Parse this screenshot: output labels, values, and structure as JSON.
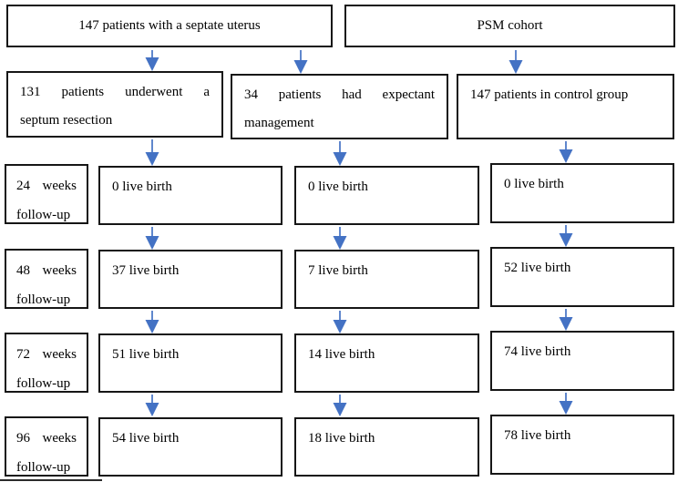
{
  "figure": {
    "top_row": {
      "septate_cohort": "147 patients with a septate uterus",
      "psm_cohort": "PSM cohort"
    },
    "groups": {
      "resection_line1": "131 patients underwent a",
      "resection_line2": "septum resection",
      "expectant_line1": "34 patients had expectant",
      "expectant_line2": "management",
      "control": "147 patients in control group"
    },
    "followups": [
      {
        "week": "24 weeks",
        "week_line2": "follow-up",
        "resection": "0 live birth",
        "expectant": "0 live birth",
        "control": "0 live birth"
      },
      {
        "week": "48 weeks",
        "week_line2": "follow-up",
        "resection": "37 live birth",
        "expectant": "7 live birth",
        "control": "52 live birth"
      },
      {
        "week": "72 weeks",
        "week_line2": "follow-up",
        "resection": "51 live birth",
        "expectant": "14 live birth",
        "control": "74 live birth"
      },
      {
        "week": "96 weeks",
        "week_line2": "follow-up",
        "resection": "54 live birth",
        "expectant": "18 live birth",
        "control": "78 live birth"
      }
    ],
    "colors": {
      "arrow_blue": "#4472C4",
      "box_border": "#161616",
      "background": "#ffffff",
      "text": "#000000"
    }
  }
}
